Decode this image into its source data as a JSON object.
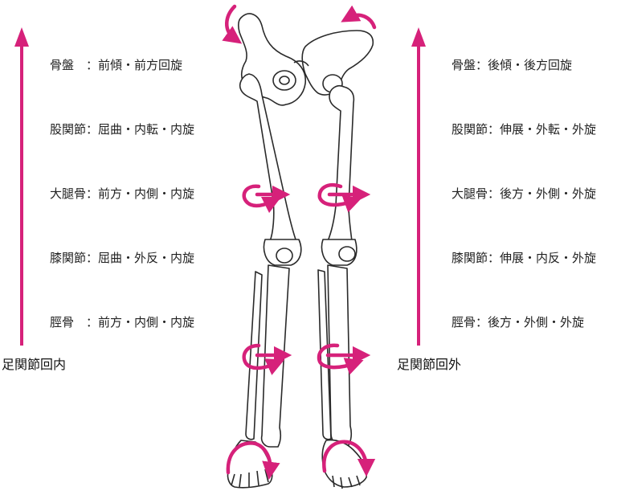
{
  "colors": {
    "accent": "#d6217a",
    "bone": "#ffffff",
    "outline": "#2a2a2a"
  },
  "left_chain": {
    "labels": [
      "骨盤　：前傾・前方回旋",
      "股関節：屈曲・内転・内旋",
      "大腿骨：前方・内側・内旋",
      "膝関節：屈曲・外反・内旋",
      "脛骨　：前方・内側・内旋"
    ],
    "caption": "足関節回内"
  },
  "right_chain": {
    "labels": [
      "骨盤：後傾・後方回旋",
      "股関節：伸展・外転・外旋",
      "大腿骨：後方・外側・外旋",
      "膝関節：伸展・内反・外旋",
      "脛骨：後方・外側・外旋"
    ],
    "caption": "足関節回外"
  },
  "icons": [
    "up-arrow-icon",
    "rotation-arrow-icon",
    "pelvis-illustration",
    "leg-bone-illustration"
  ]
}
